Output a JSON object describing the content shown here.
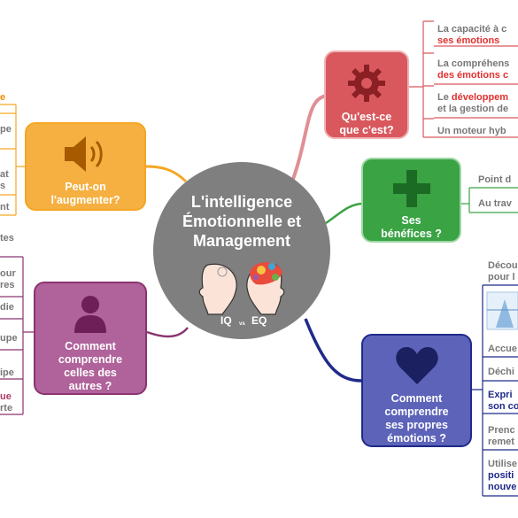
{
  "center": {
    "title_lines": [
      "L'intelligence",
      "Émotionnelle et",
      "Management"
    ],
    "image_left_label": "IQ",
    "image_vs_label": "vs",
    "image_right_label": "EQ"
  },
  "topics": {
    "quoi": {
      "label": [
        "Qu'est-ce",
        "que c'est?"
      ],
      "color": "#d9585e",
      "icon": "gear-icon"
    },
    "benefices": {
      "label": [
        "Ses",
        "bénéfices ?"
      ],
      "color": "#3aa344",
      "icon": "plus-icon"
    },
    "propres": {
      "label": [
        "Comment",
        "comprendre",
        "ses propres",
        "émotions ?"
      ],
      "color": "#5c63b8",
      "icon": "heart-icon"
    },
    "autres": {
      "label": [
        "Comment",
        "comprendre",
        "celles des",
        "autres ?"
      ],
      "color": "#b0629a",
      "icon": "person-icon"
    },
    "augmenter": {
      "label": [
        "Peut-on",
        "l'augmenter?"
      ],
      "color": "#f5a623",
      "icon": "speaker-icon"
    }
  },
  "leaves": {
    "quoi": [
      {
        "l1": "La capacité à c",
        "l2": "ses émotions"
      },
      {
        "l1": "La compréhens",
        "l2": "des émotions c"
      },
      {
        "l1a": "Le ",
        "l1b": "développem",
        "l2": "et la gestion de"
      },
      {
        "l1": "Un moteur hyb"
      }
    ],
    "benefices": [
      {
        "l1": "Point d"
      },
      {
        "l1": "Au trav"
      }
    ],
    "propres": [
      {
        "l1": "Décou",
        "l2": "pour l"
      },
      {
        "l1": "Accue"
      },
      {
        "l1": "Déchi"
      },
      {
        "l1": "Expri",
        "l2": "son co"
      },
      {
        "l1": "Prenc",
        "l2": "remet"
      },
      {
        "l1": "Utilise",
        "l2": "positi",
        "l3": "nouve"
      }
    ],
    "augmenter": [
      {
        "l1": "e"
      },
      {
        "l1": "pe"
      },
      {
        "l1": "at",
        "l2": "s"
      },
      {
        "l1": "nt"
      }
    ],
    "autres": [
      {
        "l1": "tes"
      },
      {
        "l1": "our",
        "l2": "res"
      },
      {
        "l1": "die"
      },
      {
        "l1": "upe"
      },
      {
        "l1": "ipe"
      },
      {
        "l1": "ue",
        "l2": "rte"
      }
    ]
  }
}
